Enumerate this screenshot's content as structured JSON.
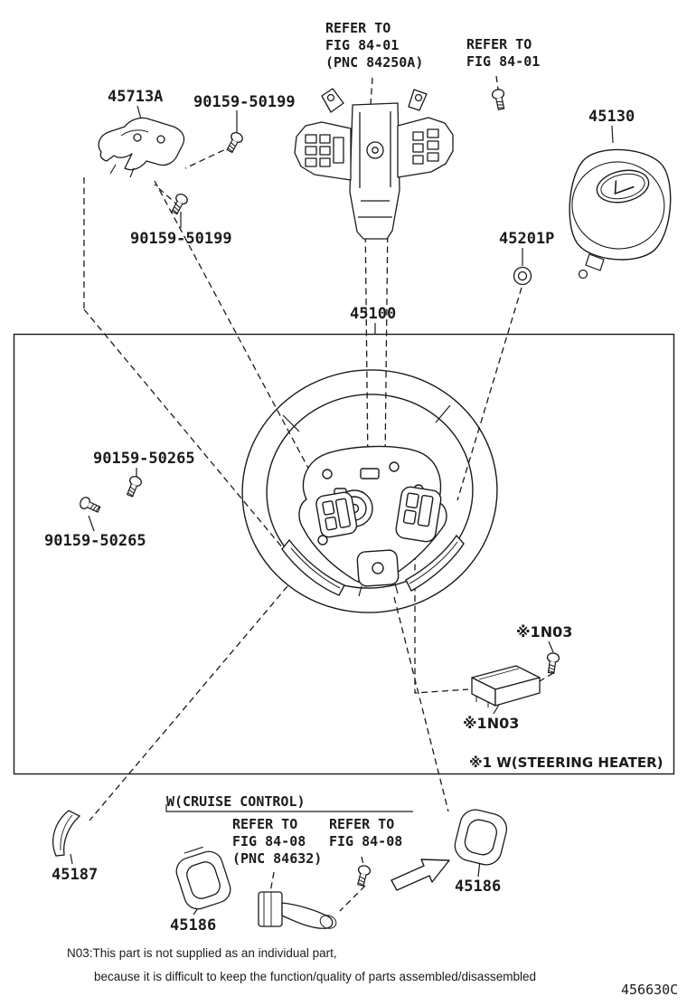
{
  "labels": {
    "refer_top": "REFER TO\nFIG 84-01\n(PNC 84250A)",
    "refer_right": "REFER TO\nFIG 84-01",
    "p45713A": "45713A",
    "p90159_50199_top": "90159-50199",
    "p45130": "45130",
    "p90159_50199_mid": "90159-50199",
    "p45201P": "45201P",
    "p45100": "45100",
    "p90159_50265_top": "90159-50265",
    "p90159_50265_bot": "90159-50265",
    "n03_top": "※1N03",
    "n03_bot": "※1N03",
    "steering_heater_note": "※1 W(STEERING HEATER)",
    "p45187": "45187",
    "cruise_control": "W(CRUISE CONTROL)",
    "refer_cruise_left": "REFER TO\nFIG 84-08\n(PNC 84632)",
    "refer_cruise_right": "REFER TO\nFIG 84-08",
    "p45186_left": "45186",
    "p45186_right": "45186",
    "footnote1": "N03:This part is not supplied as an individual part,",
    "footnote2": "because it is difficult to keep the function/quality of parts assembled/disassembled",
    "doc_code": "456630C"
  },
  "colors": {
    "line": "#1b1b1b",
    "background": "#ffffff"
  }
}
